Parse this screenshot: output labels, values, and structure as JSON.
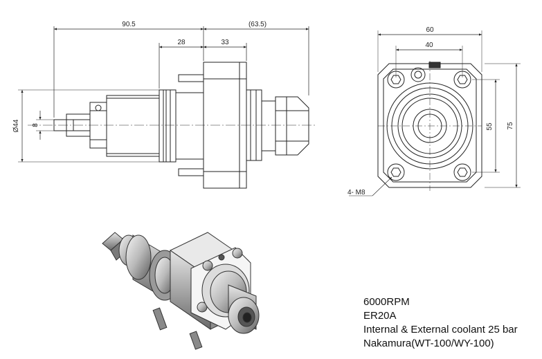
{
  "dimensions": {
    "overall_length": "90.5",
    "flange_offset": "(63.5)",
    "front_length": "28",
    "flange_to_nut": "33",
    "body_diameter": "Ø44",
    "shank_width": "8",
    "flange_width": "60",
    "bolt_spacing_x": "40",
    "bolt_spacing_y": "55",
    "flange_height": "75",
    "bolt_callout": "4- M8"
  },
  "specs": {
    "rpm": "6000RPM",
    "collet": "ER20A",
    "coolant": "Internal & External coolant 25 bar",
    "machine": "Nakamura(WT-100/WY-100)"
  }
}
